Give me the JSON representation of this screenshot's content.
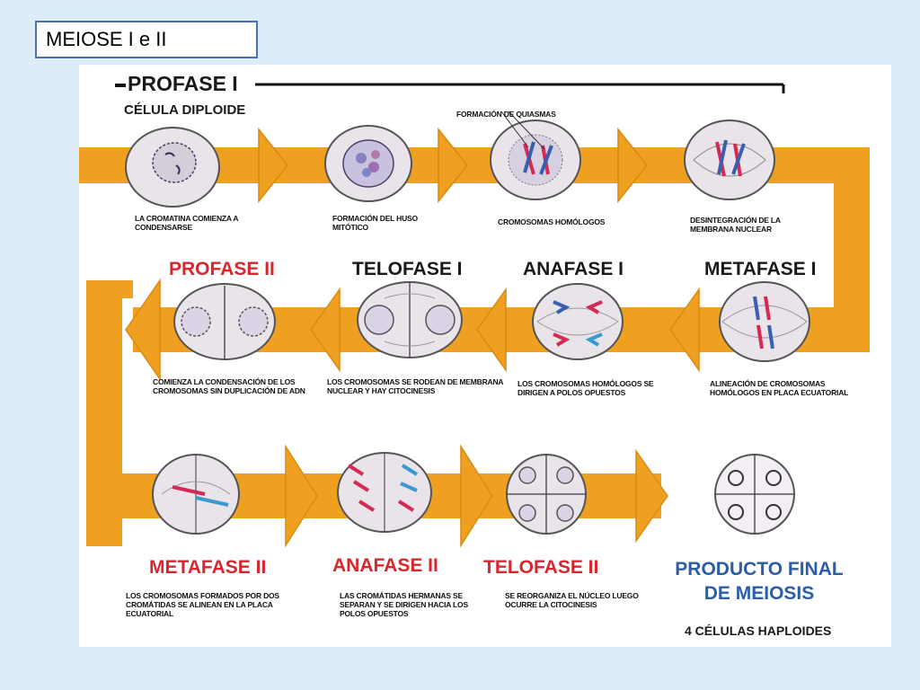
{
  "slide_title": "MEIOSE  I e  II",
  "diagram": {
    "header": "PROFASE I",
    "subheader": "CÉLULA DIPLOIDE",
    "chiasma_label": "FORMACIÓN DE QUIASMAS",
    "row1_captions": [
      "LA CROMATINA COMIENZA A CONDENSARSE",
      "FORMACIÓN DEL HUSO MITÓTICO",
      "CROMOSOMAS HOMÓLOGOS",
      "DESINTEGRACIÓN DE LA MEMBRANA NUCLEAR"
    ],
    "row2_phases": [
      "PROFASE II",
      "TELOFASE I",
      "ANAFASE I",
      "METAFASE I"
    ],
    "row2_captions": [
      "COMIENZA LA CONDENSACIÓN DE LOS CROMOSOMAS SIN DUPLICACIÓN DE ADN",
      "LOS CROMOSOMAS SE RODEAN DE MEMBRANA NUCLEAR Y HAY CITOCINESIS",
      "LOS CROMOSOMAS HOMÓLOGOS SE DIRIGEN A POLOS OPUESTOS",
      "ALINEACIÓN DE CROMOSOMAS HOMÓLOGOS EN PLACA ECUATORIAL"
    ],
    "row3_phases": [
      "METAFASE II",
      "ANAFASE II",
      "TELOFASE II"
    ],
    "row3_captions": [
      "LOS CROMOSOMAS FORMADOS POR DOS CROMÁTIDAS SE ALINEAN EN LA PLACA ECUATORIAL",
      "LAS CROMÁTIDAS HERMANAS SE SEPARAN Y SE DIRIGEN HACIA LOS POLOS OPUESTOS",
      "SE REORGANIZA EL NÚCLEO LUEGO OCURRE LA CITOCINESIS"
    ],
    "final_line1": "PRODUCTO FINAL",
    "final_line2": "DE MEIOSIS",
    "final_sub": "4 CÉLULAS HAPLOIDES",
    "colors": {
      "arrow": "#f0a020",
      "arrow_edge": "#d98a10",
      "cell_fill": "#e9e3ea",
      "cell_edge": "#555555",
      "chromosome_red": "#d42a55",
      "chromosome_blue": "#3a9ad0",
      "phase_red": "#d8262f",
      "final_blue": "#2b5da8"
    }
  }
}
